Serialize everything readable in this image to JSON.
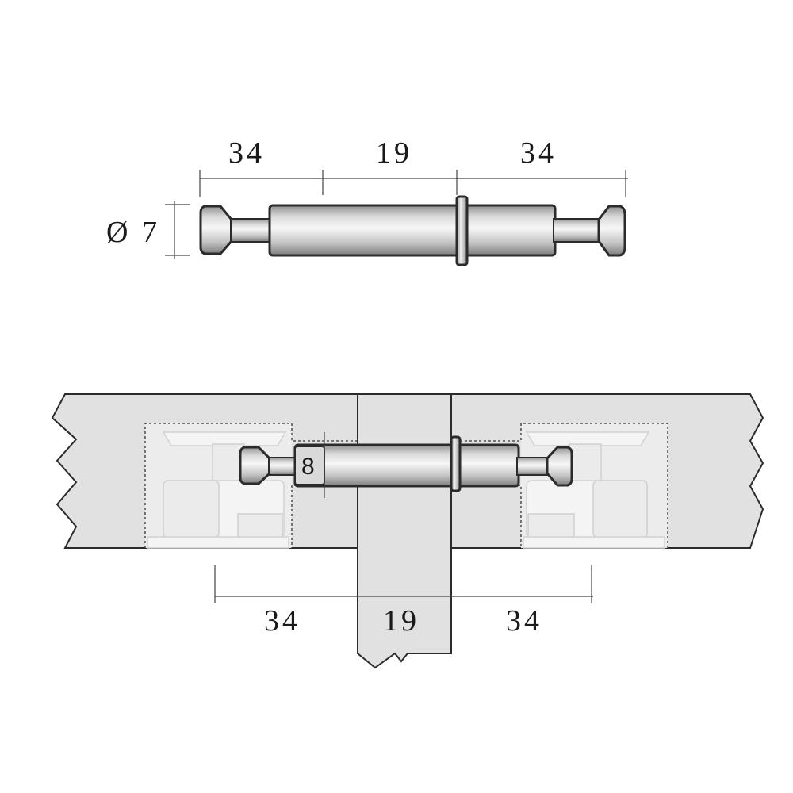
{
  "top_diagram": {
    "dimensions": {
      "left": "34",
      "middle": "19",
      "right": "34",
      "diameter": "Ø 7"
    }
  },
  "bottom_diagram": {
    "dimensions": {
      "left": "34",
      "middle": "19",
      "right": "34",
      "bolt_diameter": "8"
    }
  },
  "colors": {
    "board": "#e1e1e1",
    "outline": "#2b2b2b",
    "metal_light": "#f2f2f2",
    "metal_dark": "#8c8c8c"
  }
}
